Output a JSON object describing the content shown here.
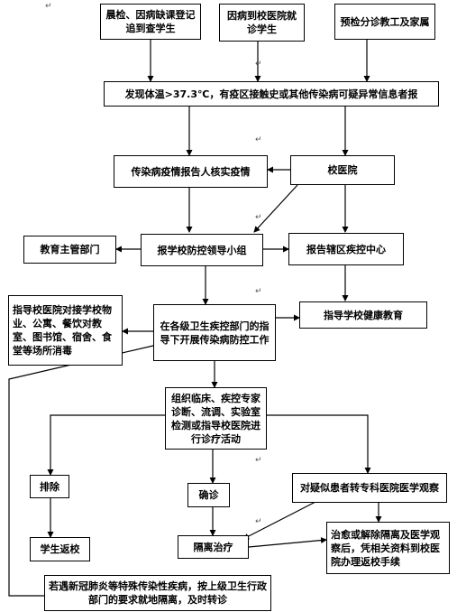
{
  "boxes": {
    "morning_check": "晨检、因病缺课登记追到查学生",
    "sick_visit": "因病到校医院就诊学生",
    "preschool_check": "预检分诊教工及家属",
    "detect": "发现体温>37.3℃，有疫区接触史或其他传染病可疑异常信息者报",
    "reporter": "传染病疫情报告人核实疫情",
    "hospital": "校医院",
    "edu_dept": "教育主管部门",
    "leader_group": "报学校防控领导小组",
    "district_cdc": "报告辖区疾控中心",
    "disinfect": "指导校医院对接学校物业、公寓、餐饮对教室、图书馆、宿舍、食堂等场所消毒",
    "cdc_guidance": "在各级卫生疾控部门的指导下开展传染病防控工作",
    "health_edu": "指导学校健康教育",
    "experts": "组织临床、疾控专家诊断、流调、实验室检测或指导校医院进行诊疗活动",
    "exclude": "排除",
    "confirm": "确诊",
    "suspect_transfer": "对疑似患者转专科医院医学观察",
    "return_school": "学生返校",
    "isolation": "隔离治疗",
    "cured": "治愈或解除隔离及医学观察后，凭相关资料到校医院办理返校手续",
    "covid_note": "若遇新冠肺炎等特殊传染性疾病，按上级卫生行政部门的要求就地隔离，及时转诊"
  },
  "marks": {
    "return_char": "↵"
  }
}
